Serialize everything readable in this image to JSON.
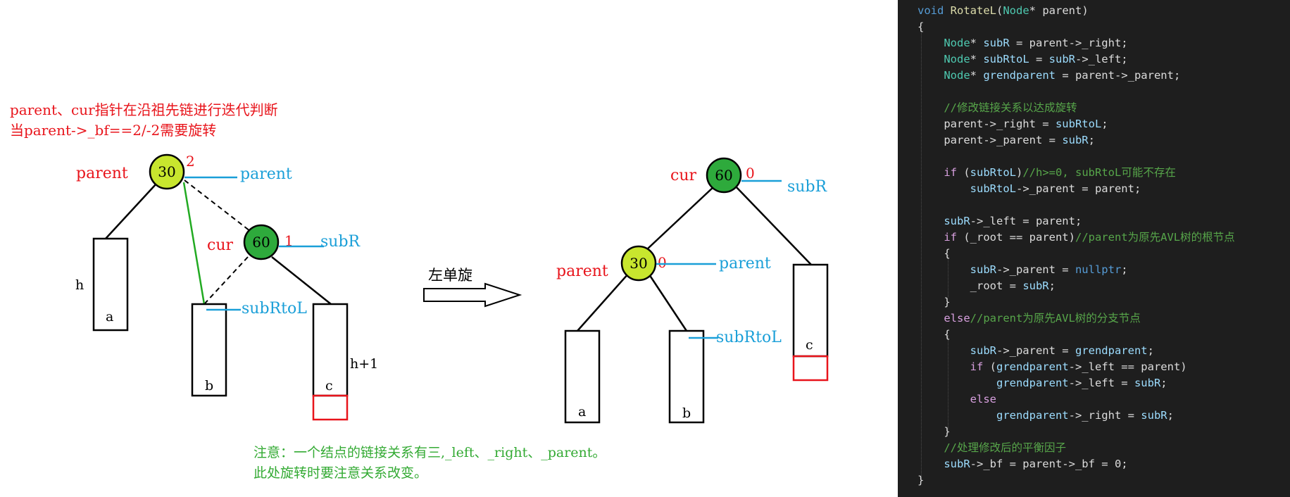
{
  "diagram": {
    "note_top": [
      "parent、cur指针在沿祖先链进行迭代判断",
      "当parent->_bf==2/-2需要旋转"
    ],
    "note_bottom": [
      "注意：一个结点的链接关系有三,_left、_right、_parent。",
      "此处旋转时要注意关系改变。"
    ],
    "arrow_label": "左单旋",
    "before": {
      "node_parent": {
        "key": "30",
        "bf": "2",
        "label": "parent",
        "pointer": "parent"
      },
      "node_cur": {
        "key": "60",
        "bf": "1",
        "label": "cur",
        "pointer": "subR"
      },
      "subtree_a": {
        "name": "a",
        "height": "h"
      },
      "subtree_b": {
        "name": "b",
        "pointer": "subRtoL"
      },
      "subtree_c": {
        "name": "c",
        "height": "h+1"
      }
    },
    "after": {
      "node_cur": {
        "key": "60",
        "bf": "0",
        "label": "cur",
        "pointer": "subR"
      },
      "node_parent": {
        "key": "30",
        "bf": "0",
        "label": "parent",
        "pointer": "parent"
      },
      "subtree_a": {
        "name": "a"
      },
      "subtree_b": {
        "name": "b",
        "pointer": "subRtoL"
      },
      "subtree_c": {
        "name": "c"
      }
    },
    "colors": {
      "label_red": "#e8141b",
      "pointer_blue": "#1a9fd8",
      "node_light": "#c8e62e",
      "node_dark": "#2eaa3c",
      "note_green": "#33aa33",
      "new_link_green": "#22aa22"
    }
  },
  "code": {
    "lines": [
      [
        [
          "kw",
          "void "
        ],
        [
          "fn",
          "RotateL"
        ],
        [
          "txt",
          "("
        ],
        [
          "type",
          "Node"
        ],
        [
          "txt",
          "* parent)"
        ]
      ],
      [
        [
          "txt",
          "{"
        ]
      ],
      [
        [
          "txt",
          "    "
        ],
        [
          "type",
          "Node"
        ],
        [
          "txt",
          "* "
        ],
        [
          "var",
          "subR"
        ],
        [
          "txt",
          " = parent->_right;"
        ]
      ],
      [
        [
          "txt",
          "    "
        ],
        [
          "type",
          "Node"
        ],
        [
          "txt",
          "* "
        ],
        [
          "var",
          "subRtoL"
        ],
        [
          "txt",
          " = "
        ],
        [
          "var",
          "subR"
        ],
        [
          "txt",
          "->_left;"
        ]
      ],
      [
        [
          "txt",
          "    "
        ],
        [
          "type",
          "Node"
        ],
        [
          "txt",
          "* "
        ],
        [
          "var",
          "grendparent"
        ],
        [
          "txt",
          " = parent->_parent;"
        ]
      ],
      [],
      [
        [
          "txt",
          "    "
        ],
        [
          "cmt",
          "//修改链接关系以达成旋转"
        ]
      ],
      [
        [
          "txt",
          "    parent->_right = "
        ],
        [
          "var",
          "subRtoL"
        ],
        [
          "txt",
          ";"
        ]
      ],
      [
        [
          "txt",
          "    parent->_parent = "
        ],
        [
          "var",
          "subR"
        ],
        [
          "txt",
          ";"
        ]
      ],
      [],
      [
        [
          "txt",
          "    "
        ],
        [
          "ctl",
          "if"
        ],
        [
          "txt",
          " ("
        ],
        [
          "var",
          "subRtoL"
        ],
        [
          "txt",
          ")"
        ],
        [
          "cmt",
          "//h>=0, subRtoL可能不存在"
        ]
      ],
      [
        [
          "txt",
          "        "
        ],
        [
          "var",
          "subRtoL"
        ],
        [
          "txt",
          "->_parent = parent;"
        ]
      ],
      [],
      [
        [
          "txt",
          "    "
        ],
        [
          "var",
          "subR"
        ],
        [
          "txt",
          "->_left = parent;"
        ]
      ],
      [
        [
          "txt",
          "    "
        ],
        [
          "ctl",
          "if"
        ],
        [
          "txt",
          " (_root == parent)"
        ],
        [
          "cmt",
          "//parent为原先AVL树的根节点"
        ]
      ],
      [
        [
          "txt",
          "    {"
        ]
      ],
      [
        [
          "txt",
          "        "
        ],
        [
          "var",
          "subR"
        ],
        [
          "txt",
          "->_parent = "
        ],
        [
          "kw",
          "nullptr"
        ],
        [
          "txt",
          ";"
        ]
      ],
      [
        [
          "txt",
          "        _root = "
        ],
        [
          "var",
          "subR"
        ],
        [
          "txt",
          ";"
        ]
      ],
      [
        [
          "txt",
          "    }"
        ]
      ],
      [
        [
          "txt",
          "    "
        ],
        [
          "ctl",
          "else"
        ],
        [
          "cmt",
          "//parent为原先AVL树的分支节点"
        ]
      ],
      [
        [
          "txt",
          "    {"
        ]
      ],
      [
        [
          "txt",
          "        "
        ],
        [
          "var",
          "subR"
        ],
        [
          "txt",
          "->_parent = "
        ],
        [
          "var",
          "grendparent"
        ],
        [
          "txt",
          ";"
        ]
      ],
      [
        [
          "txt",
          "        "
        ],
        [
          "ctl",
          "if"
        ],
        [
          "txt",
          " ("
        ],
        [
          "var",
          "grendparent"
        ],
        [
          "txt",
          "->_left == parent)"
        ]
      ],
      [
        [
          "txt",
          "            "
        ],
        [
          "var",
          "grendparent"
        ],
        [
          "txt",
          "->_left = "
        ],
        [
          "var",
          "subR"
        ],
        [
          "txt",
          ";"
        ]
      ],
      [
        [
          "txt",
          "        "
        ],
        [
          "ctl",
          "else"
        ]
      ],
      [
        [
          "txt",
          "            "
        ],
        [
          "var",
          "grendparent"
        ],
        [
          "txt",
          "->_right = "
        ],
        [
          "var",
          "subR"
        ],
        [
          "txt",
          ";"
        ]
      ],
      [
        [
          "txt",
          "    }"
        ]
      ],
      [
        [
          "txt",
          "    "
        ],
        [
          "cmt",
          "//处理修改后的平衡因子"
        ]
      ],
      [
        [
          "txt",
          "    "
        ],
        [
          "var",
          "subR"
        ],
        [
          "txt",
          "->_bf = parent->_bf = 0;"
        ]
      ],
      [
        [
          "txt",
          "}"
        ]
      ]
    ]
  }
}
